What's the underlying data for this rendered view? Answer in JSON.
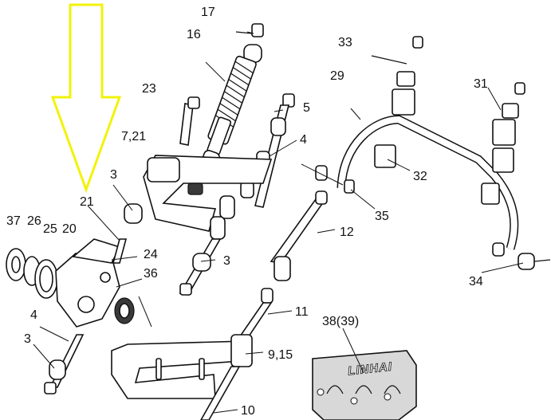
{
  "diagram": {
    "callouts": [
      {
        "id": "c17",
        "text": "17"
      },
      {
        "id": "c16",
        "text": "16"
      },
      {
        "id": "c23",
        "text": "23"
      },
      {
        "id": "c5",
        "text": "5"
      },
      {
        "id": "c721",
        "text": "7,21"
      },
      {
        "id": "c4a",
        "text": "4"
      },
      {
        "id": "c3a",
        "text": "3"
      },
      {
        "id": "c21",
        "text": "21"
      },
      {
        "id": "c37",
        "text": "37"
      },
      {
        "id": "c26",
        "text": "26"
      },
      {
        "id": "c25",
        "text": "25"
      },
      {
        "id": "c20",
        "text": "20"
      },
      {
        "id": "c24",
        "text": "24"
      },
      {
        "id": "c36",
        "text": "36"
      },
      {
        "id": "c3b",
        "text": "3"
      },
      {
        "id": "c4b",
        "text": "4"
      },
      {
        "id": "c3c",
        "text": "3"
      },
      {
        "id": "c12",
        "text": "12"
      },
      {
        "id": "c11",
        "text": "11"
      },
      {
        "id": "c915",
        "text": "9,15"
      },
      {
        "id": "c10",
        "text": "10"
      },
      {
        "id": "c33",
        "text": "33"
      },
      {
        "id": "c29",
        "text": "29"
      },
      {
        "id": "c31",
        "text": "31"
      },
      {
        "id": "c32",
        "text": "32"
      },
      {
        "id": "c35",
        "text": "35"
      },
      {
        "id": "c34",
        "text": "34"
      },
      {
        "id": "c3839",
        "text": "38(39)"
      }
    ],
    "plate_logo": "LINHAI",
    "highlight_arrow_color": "#f2f20a"
  }
}
